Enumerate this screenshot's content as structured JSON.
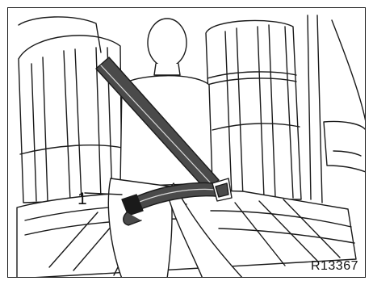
{
  "figure": {
    "callout_number": "1",
    "figure_code": "R13367"
  },
  "colors": {
    "outline": "#1a1a1a",
    "belt_fill": "#4a4a4a",
    "belt_highlight": "#d9d9d9",
    "background": "#ffffff"
  },
  "icons": {
    "callout_pointer": "arrow-line",
    "seatbelt_buckle": "latch-plate"
  }
}
